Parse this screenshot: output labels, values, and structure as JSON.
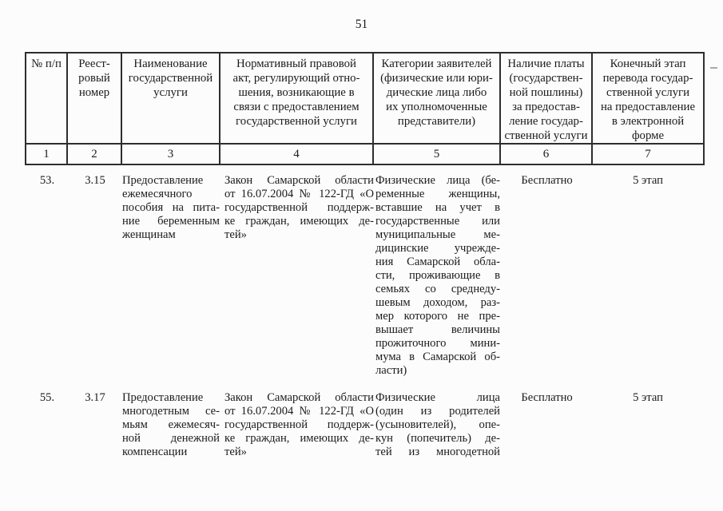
{
  "page": {
    "number": "51"
  },
  "colors": {
    "paper": "#fcfcfc",
    "ink": "#1b1b1b",
    "table_border": "#2e2e2e"
  },
  "table": {
    "columns": [
      {
        "id": "num",
        "header": "№ п/п",
        "index": "1",
        "align": "center"
      },
      {
        "id": "registry",
        "header": "Реест-\nровый\nномер",
        "index": "2",
        "align": "center"
      },
      {
        "id": "name",
        "header": "Наименование\nгосударственной\nуслуги",
        "index": "3",
        "align": "justify"
      },
      {
        "id": "act",
        "header": "Нормативный правовой\nакт, регулирующий отно-\nшения, возникающие в\nсвязи с предоставлением\nгосударственной услуги",
        "index": "4",
        "align": "justify"
      },
      {
        "id": "categories",
        "header": "Категории заявителей\n(физические или юри-\nдические лица либо\nих уполномоченные\nпредставители)",
        "index": "5",
        "align": "justify"
      },
      {
        "id": "fee",
        "header": "Наличие платы\n(государствен-\nной пошлины)\nза предостав-\nление государ-\nственной услуги",
        "index": "6",
        "align": "center"
      },
      {
        "id": "stage",
        "header": "Конечный этап\nперевода государ-\nственной услуги\nна предоставление\nв электронной\nформе",
        "index": "7",
        "align": "center"
      }
    ],
    "rows": [
      {
        "num": "53.",
        "registry": "3.15",
        "name": "Предоставление\nежемесячного\nпособия на пита-\nние беременным\nженщинам",
        "act": "Закон Самарской области\nот 16.07.2004 № 122-ГД «О\nгосударственной поддерж-\nке граждан, имеющих де-\nтей»",
        "categories": "Физические лица (бе-\nременные женщины,\nвставшие на учет в\nгосударственные или\nмуниципальные ме-\nдицинские учрежде-\nния Самарской обла-\nсти, проживающие в\nсемьях со среднеду-\nшевым доходом, раз-\nмер которого не пре-\nвышает величины\nпрожиточного мини-\nмума в Самарской об-\nласти)",
        "fee": "Бесплатно",
        "stage": "5 этап"
      },
      {
        "num": "55.",
        "registry": "3.17",
        "name": "Предоставление\nмногодетным се-\nмьям ежемесяч-\nной денежной\nкомпенсации",
        "act": "Закон Самарской области\nот 16.07.2004 № 122-ГД «О\nгосударственной поддерж-\nке граждан, имеющих де-\nтей»",
        "categories": "Физические лица\n(один из родителей\n(усыновителей), опе-\nкун (попечитель) де-\nтей из многодетной\n",
        "fee": "Бесплатно",
        "stage": "5 этап"
      }
    ]
  }
}
